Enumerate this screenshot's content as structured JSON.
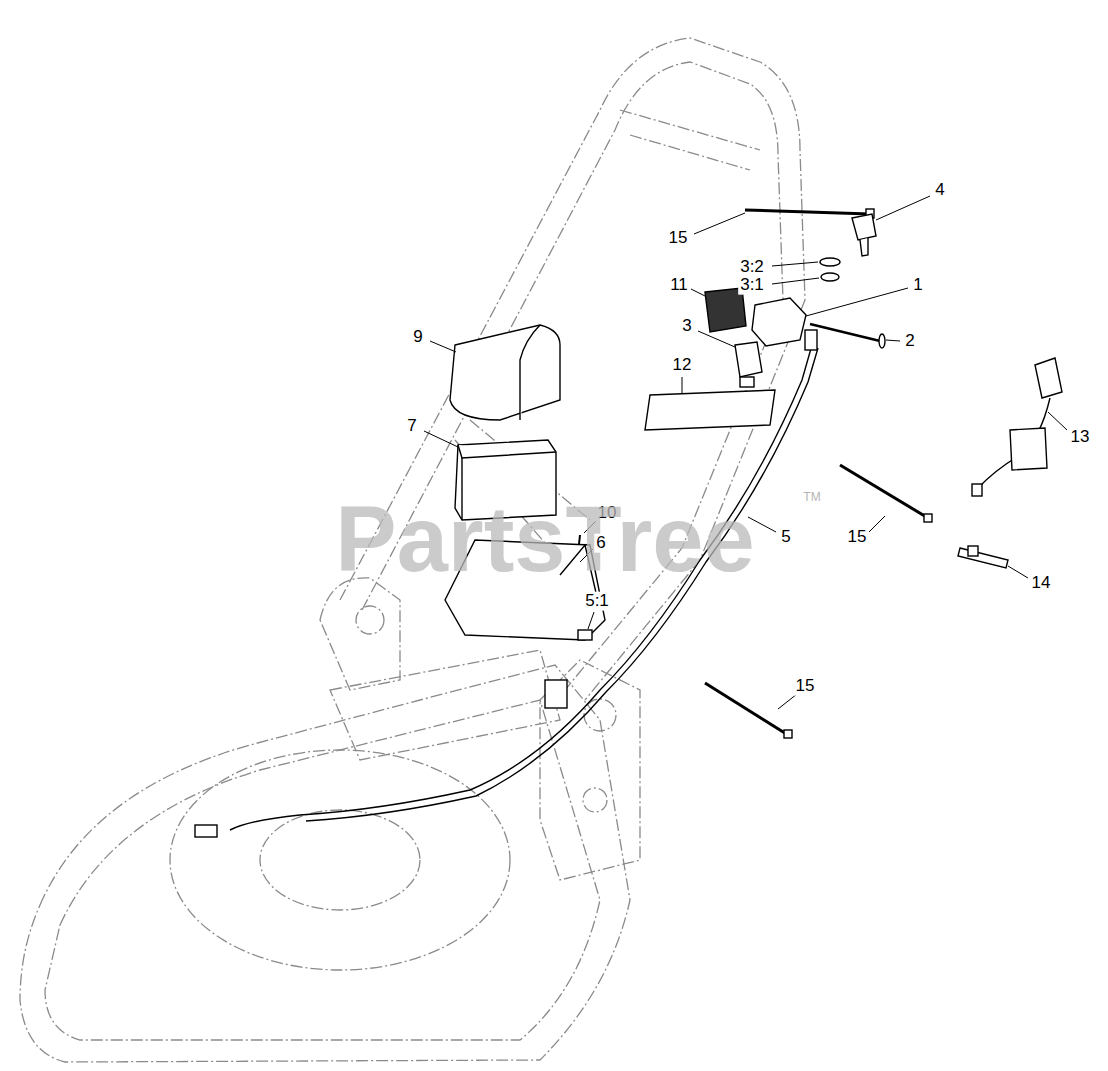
{
  "diagram": {
    "labels": [
      "15",
      "4",
      "3:2",
      "3:1",
      "11",
      "1",
      "9",
      "3",
      "2",
      "12",
      "13",
      "7",
      "10",
      "5",
      "15",
      "PartsTree",
      "TM",
      "6",
      "14",
      "5:1",
      "15"
    ]
  }
}
